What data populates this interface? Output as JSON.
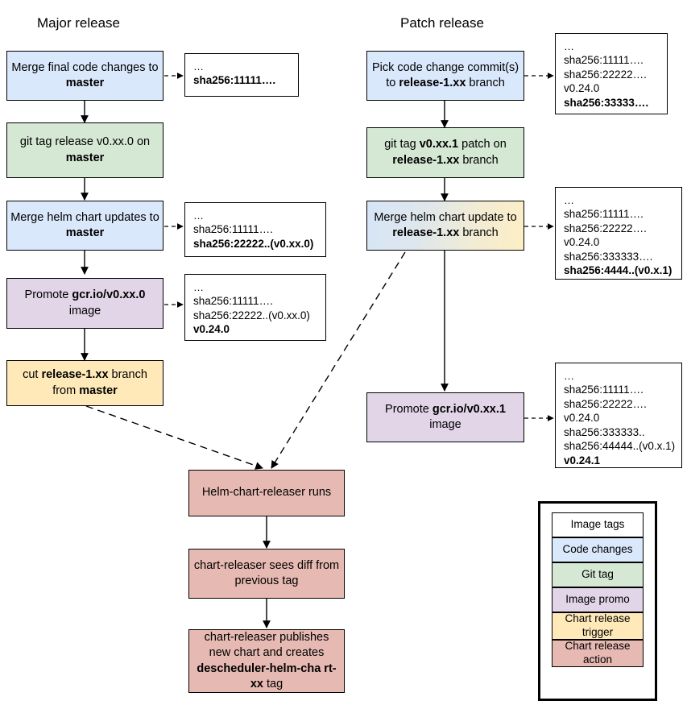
{
  "columns": {
    "major": {
      "title": "Major release"
    },
    "patch": {
      "title": "Patch release"
    }
  },
  "nodes": {
    "major_merge_code": {
      "text": "Merge final code changes to <b>master</b>",
      "type": "code-changes"
    },
    "major_git_tag": {
      "text": "git tag release v0.xx.0 on <b>master</b>",
      "type": "git-tag"
    },
    "major_merge_helm": {
      "text": "Merge helm chart updates to <b>master</b>",
      "type": "code-changes"
    },
    "major_promote": {
      "text": "Promote <b>gcr.io/v0.xx.0</b> image",
      "type": "image-promo"
    },
    "major_cut_branch": {
      "text": "cut <b>release-1.xx</b> branch from <b>master</b>",
      "type": "chart-release-trigger"
    },
    "patch_pick_commit": {
      "text": "Pick code change commit(s) to <b>release-1.xx</b> branch",
      "type": "code-changes"
    },
    "patch_git_tag": {
      "text": "git tag <b>v0.xx.1</b> patch on <b>release-1.xx</b> branch",
      "type": "git-tag"
    },
    "patch_merge_helm": {
      "text": "Merge helm chart update to <b>release-1.xx</b> branch",
      "type": "code-changes-and-trigger"
    },
    "patch_promote": {
      "text": "Promote <b>gcr.io/v0.xx.1</b> image",
      "type": "image-promo"
    },
    "releaser_runs": {
      "text": "Helm-chart-releaser runs",
      "type": "chart-release-action"
    },
    "releaser_diff": {
      "text": "chart-releaser sees diff from previous tag",
      "type": "chart-release-action"
    },
    "releaser_publish": {
      "text": "chart-releaser publishes new chart and creates <b>descheduler-helm-cha rt-xx</b> tag",
      "type": "chart-release-action"
    }
  },
  "tag_boxes": {
    "major_tags_1": {
      "lines": [
        {
          "text": "…",
          "bold": false
        },
        {
          "text": "sha256:11111….",
          "bold": true
        }
      ]
    },
    "major_tags_2": {
      "lines": [
        {
          "text": "…",
          "bold": false
        },
        {
          "text": "sha256:11111….",
          "bold": false
        },
        {
          "text": "sha256:22222..(v0.xx.0)",
          "bold": true
        }
      ]
    },
    "major_tags_3": {
      "lines": [
        {
          "text": "…",
          "bold": false
        },
        {
          "text": "sha256:11111….",
          "bold": false
        },
        {
          "text": "sha256:22222..(v0.xx.0)",
          "bold": false
        },
        {
          "text": "v0.24.0",
          "bold": true
        }
      ]
    },
    "patch_tags_1": {
      "lines": [
        {
          "text": "…",
          "bold": false
        },
        {
          "text": "sha256:11111….",
          "bold": false
        },
        {
          "text": "sha256:22222….",
          "bold": false
        },
        {
          "text": "v0.24.0",
          "bold": false
        },
        {
          "text": "sha256:33333….",
          "bold": true
        }
      ]
    },
    "patch_tags_2": {
      "lines": [
        {
          "text": "…",
          "bold": false
        },
        {
          "text": "sha256:11111….",
          "bold": false
        },
        {
          "text": "sha256:22222….",
          "bold": false
        },
        {
          "text": "v0.24.0",
          "bold": false
        },
        {
          "text": "sha256:333333….",
          "bold": false
        },
        {
          "text": "sha256:4444..(v0.x.1)",
          "bold": true
        }
      ]
    },
    "patch_tags_3": {
      "lines": [
        {
          "text": "…",
          "bold": false
        },
        {
          "text": "sha256:11111….",
          "bold": false
        },
        {
          "text": "sha256:22222….",
          "bold": false
        },
        {
          "text": "v0.24.0",
          "bold": false
        },
        {
          "text": "sha256:333333..",
          "bold": false
        },
        {
          "text": "sha256:44444..(v0.x.1)",
          "bold": false
        },
        {
          "text": "v0.24.1",
          "bold": true
        }
      ]
    }
  },
  "legend": {
    "items": [
      {
        "label": "Image tags",
        "color": "#ffffff"
      },
      {
        "label": "Code changes",
        "color": "#dae8fc"
      },
      {
        "label": "Git tag",
        "color": "#d5e8d4"
      },
      {
        "label": "Image promo",
        "color": "#e1d5e7"
      },
      {
        "label": "Chart release trigger",
        "color": "#ffe9b8"
      },
      {
        "label": "Chart release action",
        "color": "#e6b9b2"
      }
    ]
  },
  "colors": {
    "code_changes": "#dae8fc",
    "git_tag": "#d5e8d4",
    "image_promo": "#e1d5e7",
    "chart_release_trigger": "#ffe9b8",
    "chart_release_action": "#e6b9b2",
    "image_tags": "#ffffff",
    "stroke": "#000000",
    "background": "#ffffff"
  }
}
